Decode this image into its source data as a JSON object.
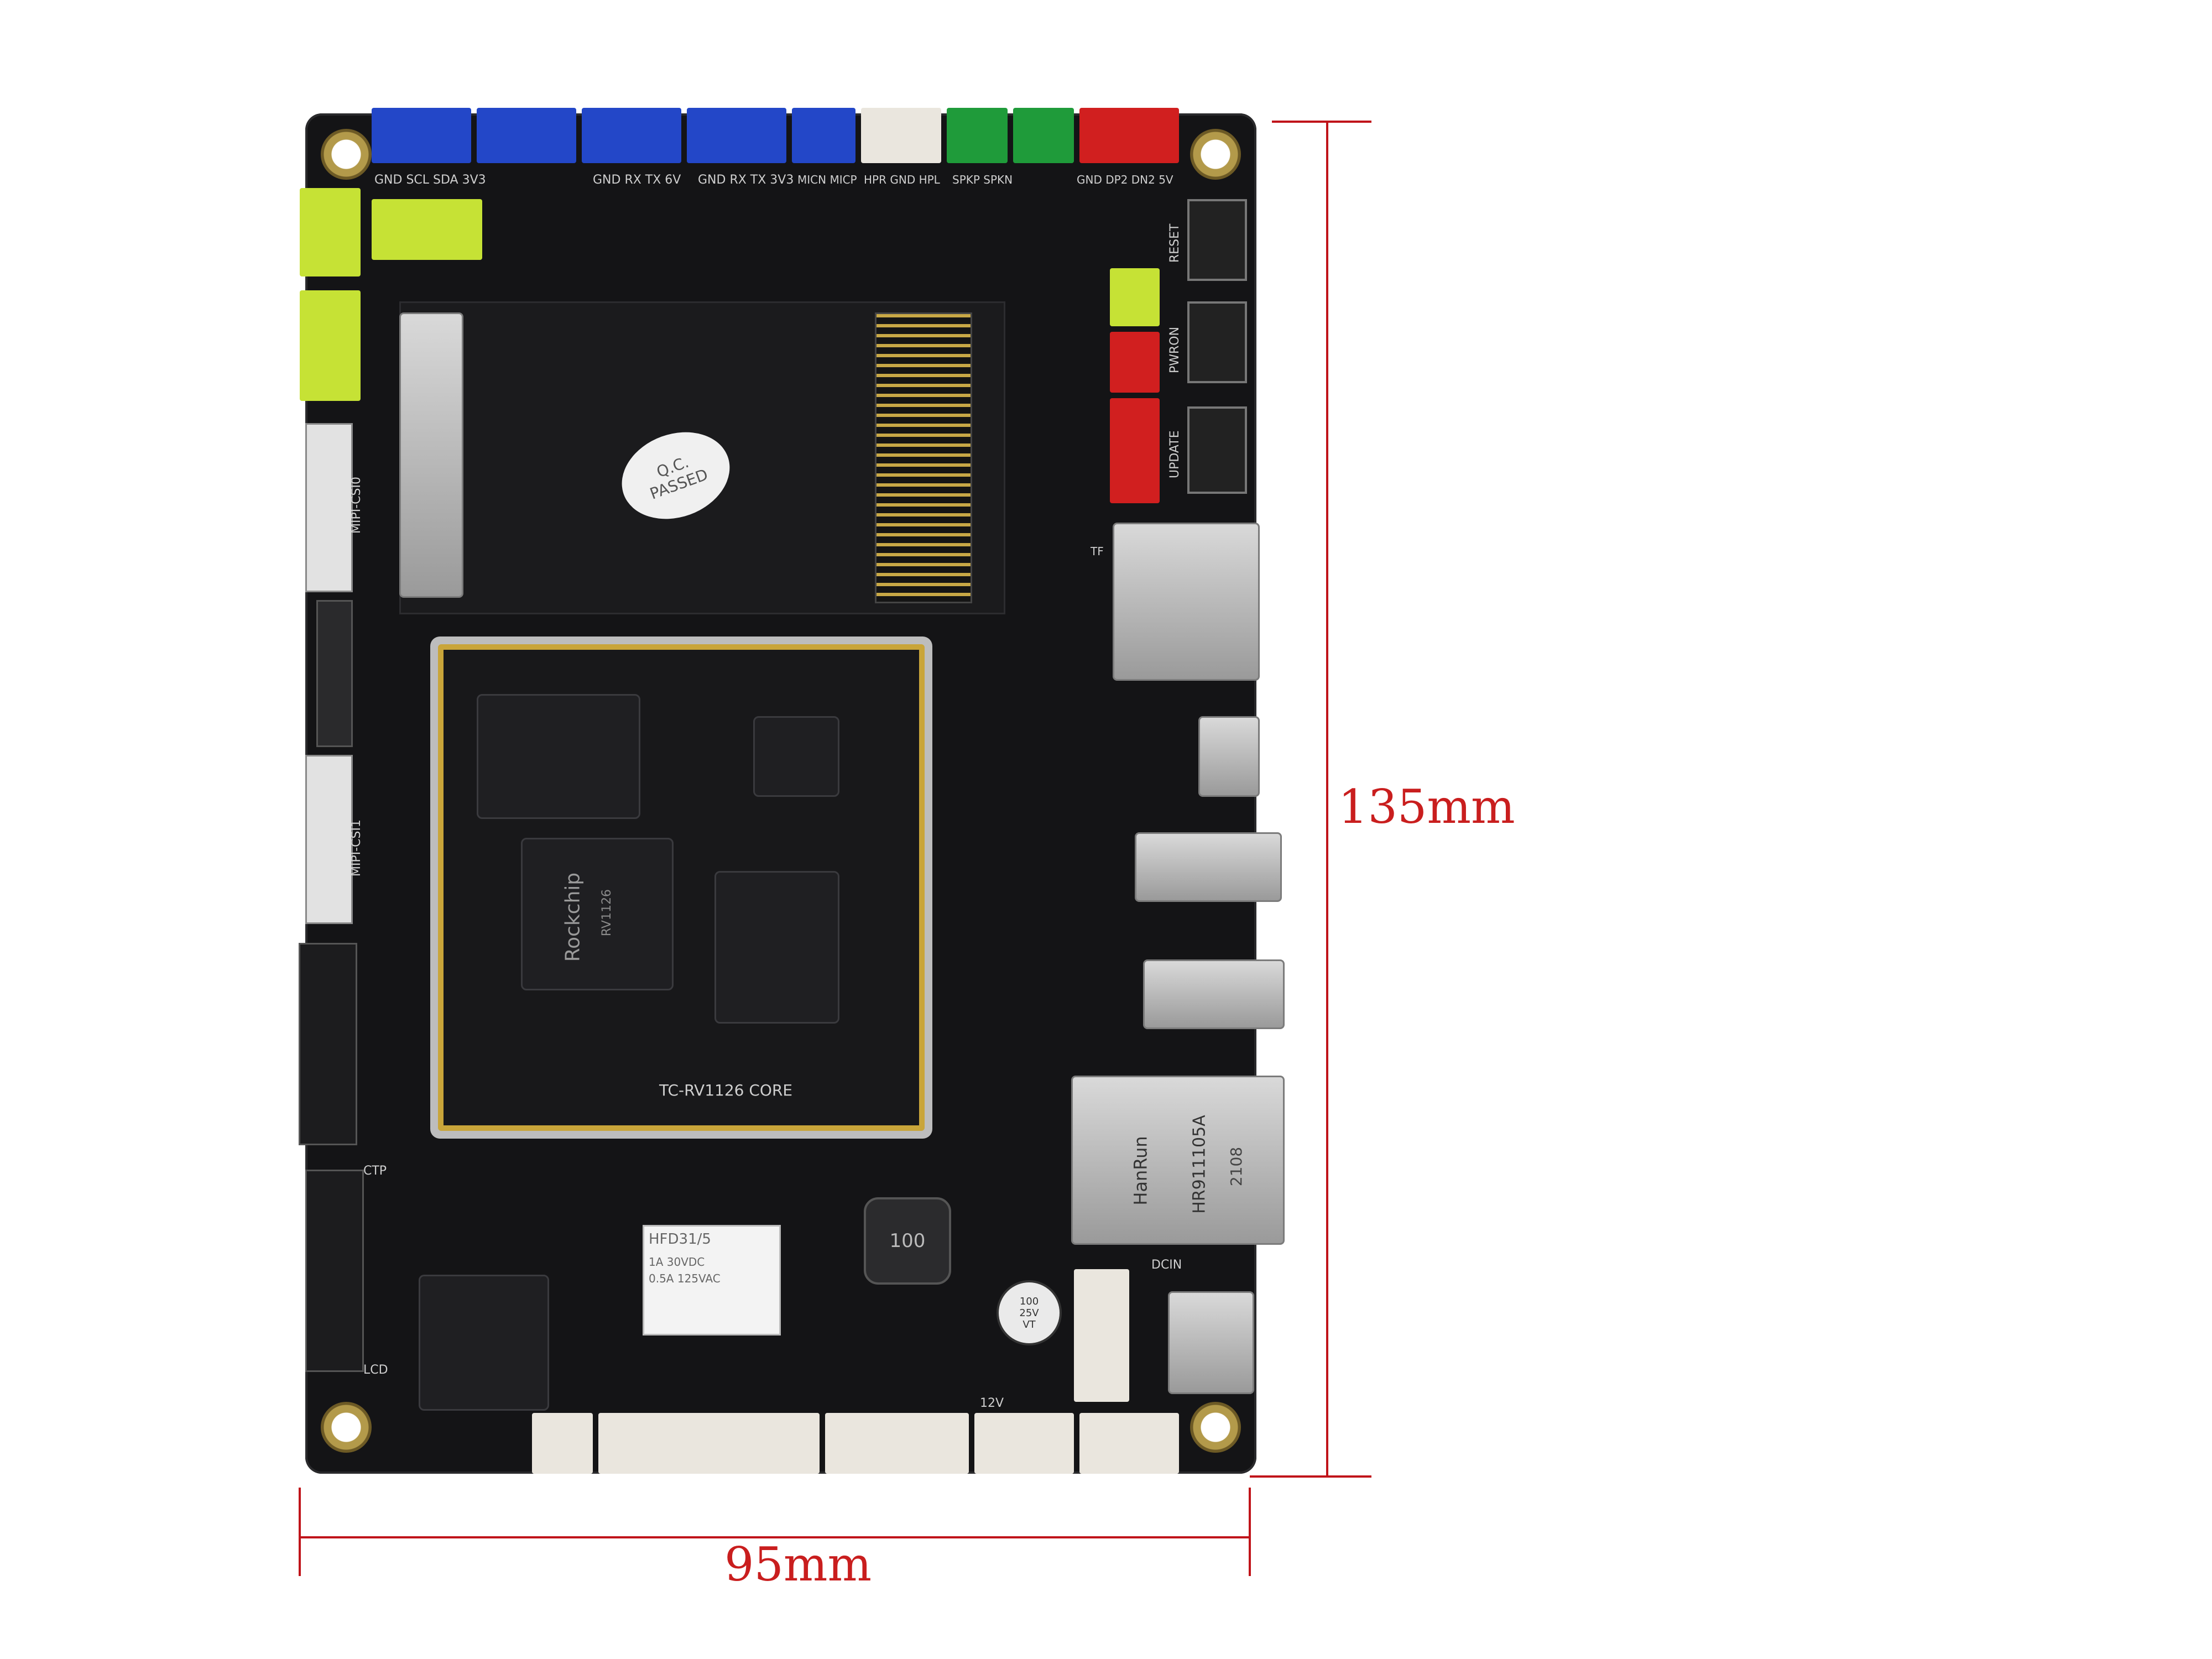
{
  "dimensions": {
    "height_label": "135mm",
    "width_label": "95mm"
  },
  "board": {
    "sticker": "Q.C.\nPASSED",
    "core_label": "TC-RV1126 CORE",
    "soc_brand": "Rockchip",
    "soc_model": "RV1126",
    "ethernet_brand": "HanRun",
    "ethernet_model": "HR911105A",
    "ethernet_code": "2108",
    "relay_model": "HFD31/5",
    "relay_rating1": "1A 30VDC",
    "relay_rating2": "0.5A 125VAC",
    "inductor_code": "100",
    "cap_code": "100\n25V\nVT",
    "labels": {
      "top_conn1": "GND SCL SDA 3V3",
      "top_conn2": "GND RX TX 6V",
      "top_conn3": "GND RX TX 3V3",
      "top_conn4": "MICN MICP",
      "top_conn5": "HPR GND HPL",
      "top_conn6": "SPKP SPKN",
      "top_conn7": "GND DP2 DN2 5V",
      "reset": "RESET",
      "pwron": "PWRON",
      "update": "UPDATE",
      "tf": "TF",
      "mipi0": "MIPI-CSI0",
      "mipi1": "MIPI-CSI1",
      "ctp": "CTP",
      "lcd": "LCD",
      "bottom_12v": "12V",
      "dcin": "DCIN"
    }
  },
  "colors": {
    "pcb": "#141416",
    "blue_conn": "#2347c8",
    "green_conn": "#1f9b3a",
    "red_conn": "#d11f1f",
    "yellow_conn": "#c6e235",
    "white_conn": "#eae6de",
    "dimension_line": "#c0141a"
  }
}
